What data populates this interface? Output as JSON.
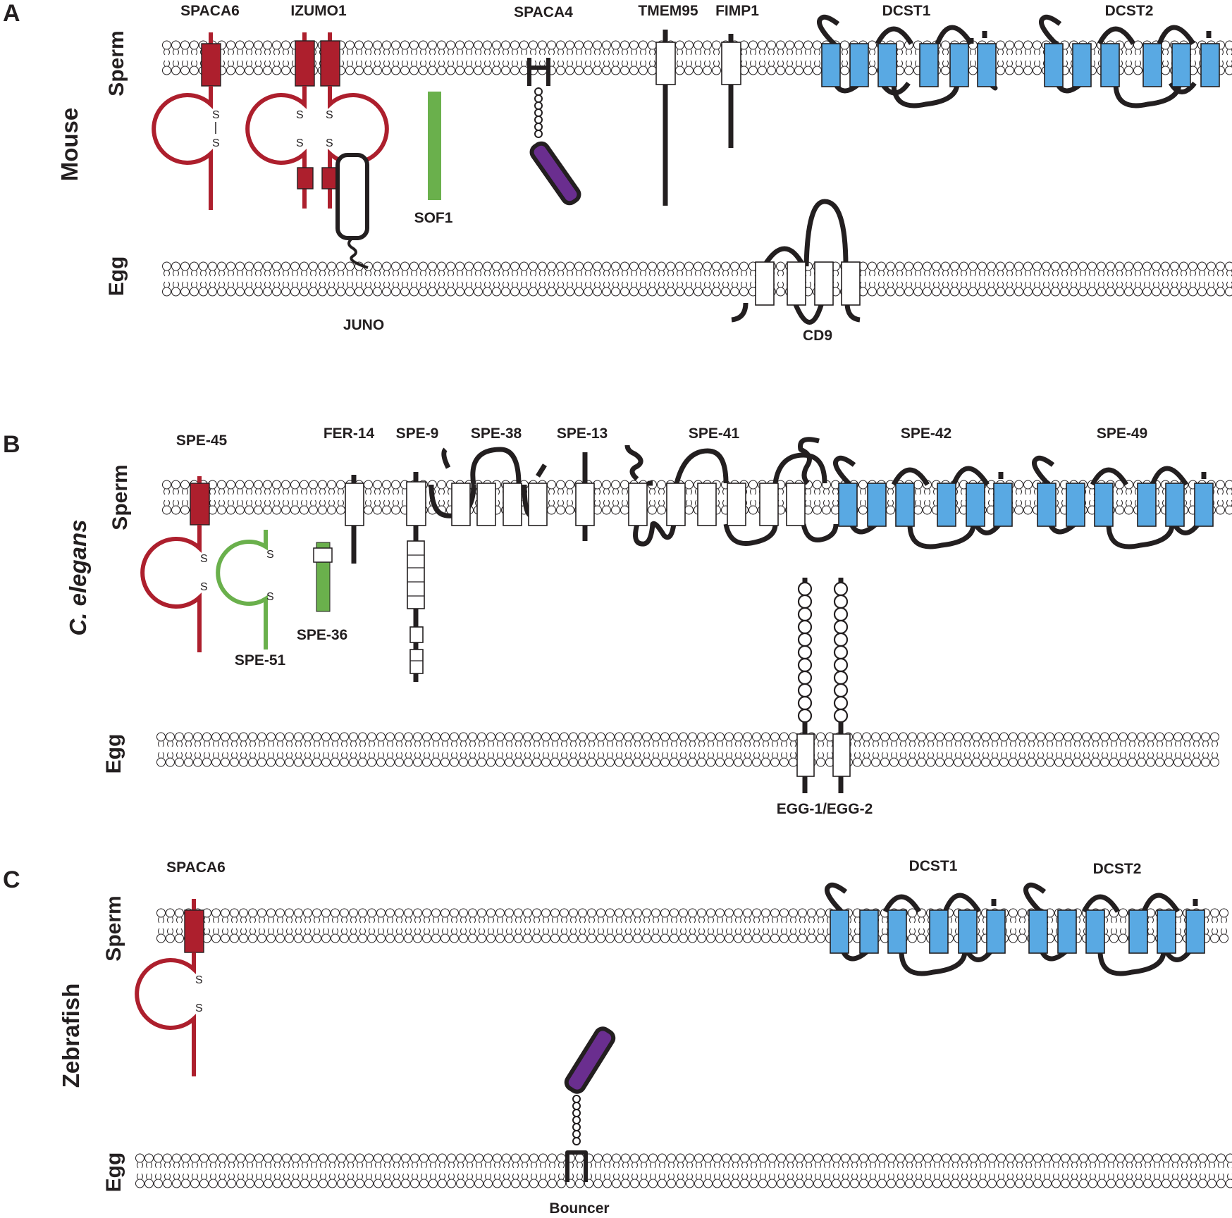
{
  "panels": [
    {
      "letter": "A",
      "organism": "Mouse",
      "top_label": "Sperm",
      "bottom_label": "Egg",
      "sperm_proteins": [
        "SPACA6",
        "IZUMO1",
        "SOF1",
        "SPACA4",
        "TMEM95",
        "FIMP1",
        "DCST1",
        "DCST2"
      ],
      "egg_proteins": [
        "JUNO",
        "CD9"
      ]
    },
    {
      "letter": "B",
      "organism": "C. elegans",
      "top_label": "Sperm",
      "bottom_label": "Egg",
      "sperm_proteins": [
        "SPE-45",
        "SPE-51",
        "SPE-36",
        "FER-14",
        "SPE-9",
        "SPE-38",
        "SPE-13",
        "SPE-41",
        "SPE-42",
        "SPE-49"
      ],
      "egg_proteins": [
        "EGG-1/EGG-2"
      ]
    },
    {
      "letter": "C",
      "organism": "Zebrafish",
      "top_label": "Sperm",
      "bottom_label": "Egg",
      "sperm_proteins": [
        "SPACA6",
        "DCST1",
        "DCST2"
      ],
      "egg_proteins": [
        "Bouncer"
      ]
    }
  ],
  "disulfide_label": "S",
  "colors": {
    "spaca6_izumo_family": "#ad1f2d",
    "dcst_family": "#59a9e3",
    "ly6_upar_family": "#6a2e8f",
    "green_proteins": "#6ab04c",
    "outline": "#231f20"
  }
}
